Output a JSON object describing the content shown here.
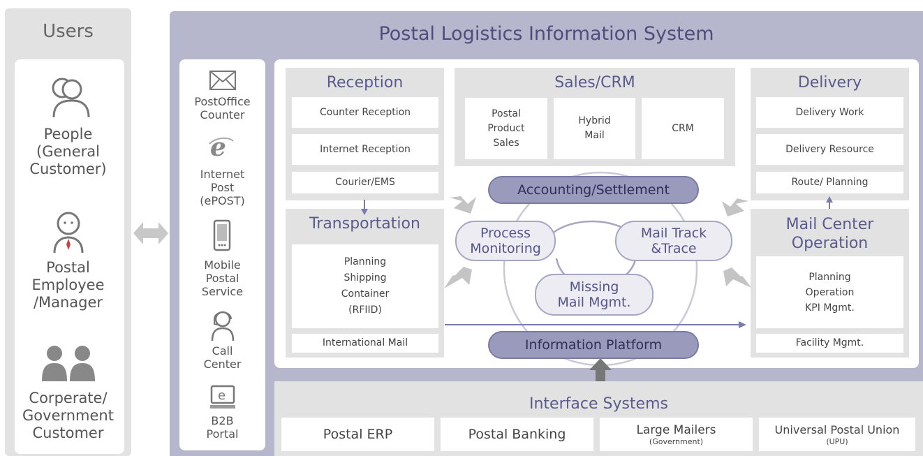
{
  "users": {
    "title": "Users",
    "people": [
      "People",
      "(General",
      "Customer)"
    ],
    "employee": [
      "Postal",
      "Employee",
      "/Manager"
    ],
    "corporate": [
      "Corperate/",
      "Government",
      "Customer"
    ]
  },
  "system": {
    "title": "Postal Logistics Information System"
  },
  "channels": {
    "counter": [
      "PostOffice",
      "Counter"
    ],
    "internet": [
      "Internet",
      "Post",
      "(ePOST)"
    ],
    "mobile": [
      "Mobile",
      "Postal",
      "Service"
    ],
    "callcenter": [
      "Call",
      "Center"
    ],
    "b2b": [
      "B2B",
      "Portal"
    ]
  },
  "reception": {
    "title": "Reception",
    "items": [
      "Counter Reception",
      "Internet Reception",
      "Courier/EMS"
    ]
  },
  "sales": {
    "title": "Sales/CRM",
    "items": [
      [
        "Postal",
        "Product",
        "Sales"
      ],
      [
        "Hybrid",
        "Mail"
      ],
      [
        "CRM"
      ]
    ]
  },
  "delivery": {
    "title": "Delivery",
    "items": [
      "Delivery Work",
      "Delivery Resource",
      "Route/ Planning"
    ]
  },
  "transportation": {
    "title": "Transportation",
    "detail": [
      "Planning",
      "Shipping",
      "Container",
      "(RFIID)"
    ],
    "footer": "International  Mail"
  },
  "mailcenter": {
    "title": [
      "Mail Center",
      "Operation"
    ],
    "detail": [
      "Planning",
      "Operation",
      "KPI Mgmt."
    ],
    "footer": "Facility  Mgmt."
  },
  "core": {
    "accounting": "Accounting/Settlement",
    "process": [
      "Process",
      "Monitoring"
    ],
    "track": [
      "Mail Track",
      "&Trace"
    ],
    "missing": [
      "Missing",
      "Mail Mgmt."
    ],
    "platform": "Information Platform"
  },
  "interface": {
    "title": "Interface Systems",
    "items": [
      {
        "main": "Postal ERP",
        "sub": ""
      },
      {
        "main": "Postal Banking",
        "sub": ""
      },
      {
        "main": "Large Mailers",
        "sub": "(Government)"
      },
      {
        "main": "Universal Postal Union",
        "sub": "(UPU)"
      }
    ]
  },
  "colors": {
    "system_bg": "#b6b6cd",
    "module_bg": "#e2e2e2",
    "accent_text": "#5a5a8c",
    "pill_bg": "#9a9abc",
    "arrow_gray": "#c8c8c8"
  }
}
